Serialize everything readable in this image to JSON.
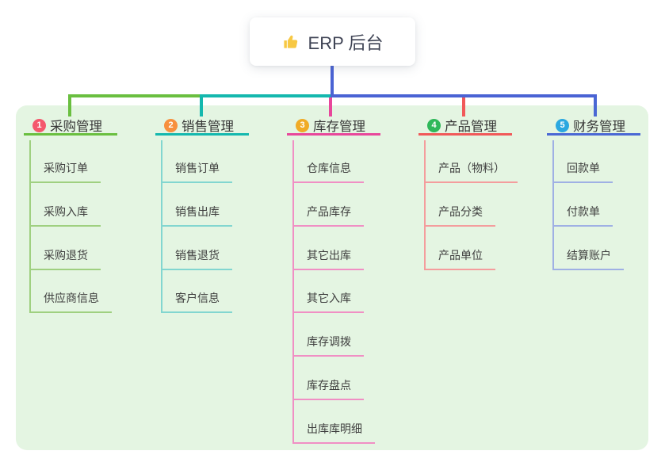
{
  "root": {
    "icon": "thumbs-up",
    "title": "ERP 后台"
  },
  "colors": {
    "root_connector": "#4a63d4",
    "panel_background": "#e4f5e2",
    "root_text": "#3e4354"
  },
  "branches": [
    {
      "num": "1",
      "label": "采购管理",
      "color": "#6abf40",
      "light_color": "#9fd080",
      "badge_color": "#f4586d",
      "children": [
        "采购订单",
        "采购入库",
        "采购退货",
        "供应商信息"
      ]
    },
    {
      "num": "2",
      "label": "销售管理",
      "color": "#14b8ae",
      "light_color": "#82d6d0",
      "badge_color": "#f7903e",
      "children": [
        "销售订单",
        "销售出库",
        "销售退货",
        "客户信息"
      ]
    },
    {
      "num": "3",
      "label": "库存管理",
      "color": "#e8479b",
      "light_color": "#f08fc4",
      "badge_color": "#f0ab26",
      "children": [
        "仓库信息",
        "产品库存",
        "其它出库",
        "其它入库",
        "库存调拨",
        "库存盘点",
        "出库库明细"
      ]
    },
    {
      "num": "4",
      "label": "产品管理",
      "color": "#f15959",
      "light_color": "#f49d9d",
      "badge_color": "#2fb85a",
      "children": [
        "产品（物料）",
        "产品分类",
        "产品单位"
      ]
    },
    {
      "num": "5",
      "label": "财务管理",
      "color": "#4a68d4",
      "light_color": "#9fb0e4",
      "badge_color": "#2ba8e0",
      "children": [
        "回款单",
        "付款单",
        "结算账户"
      ]
    }
  ]
}
